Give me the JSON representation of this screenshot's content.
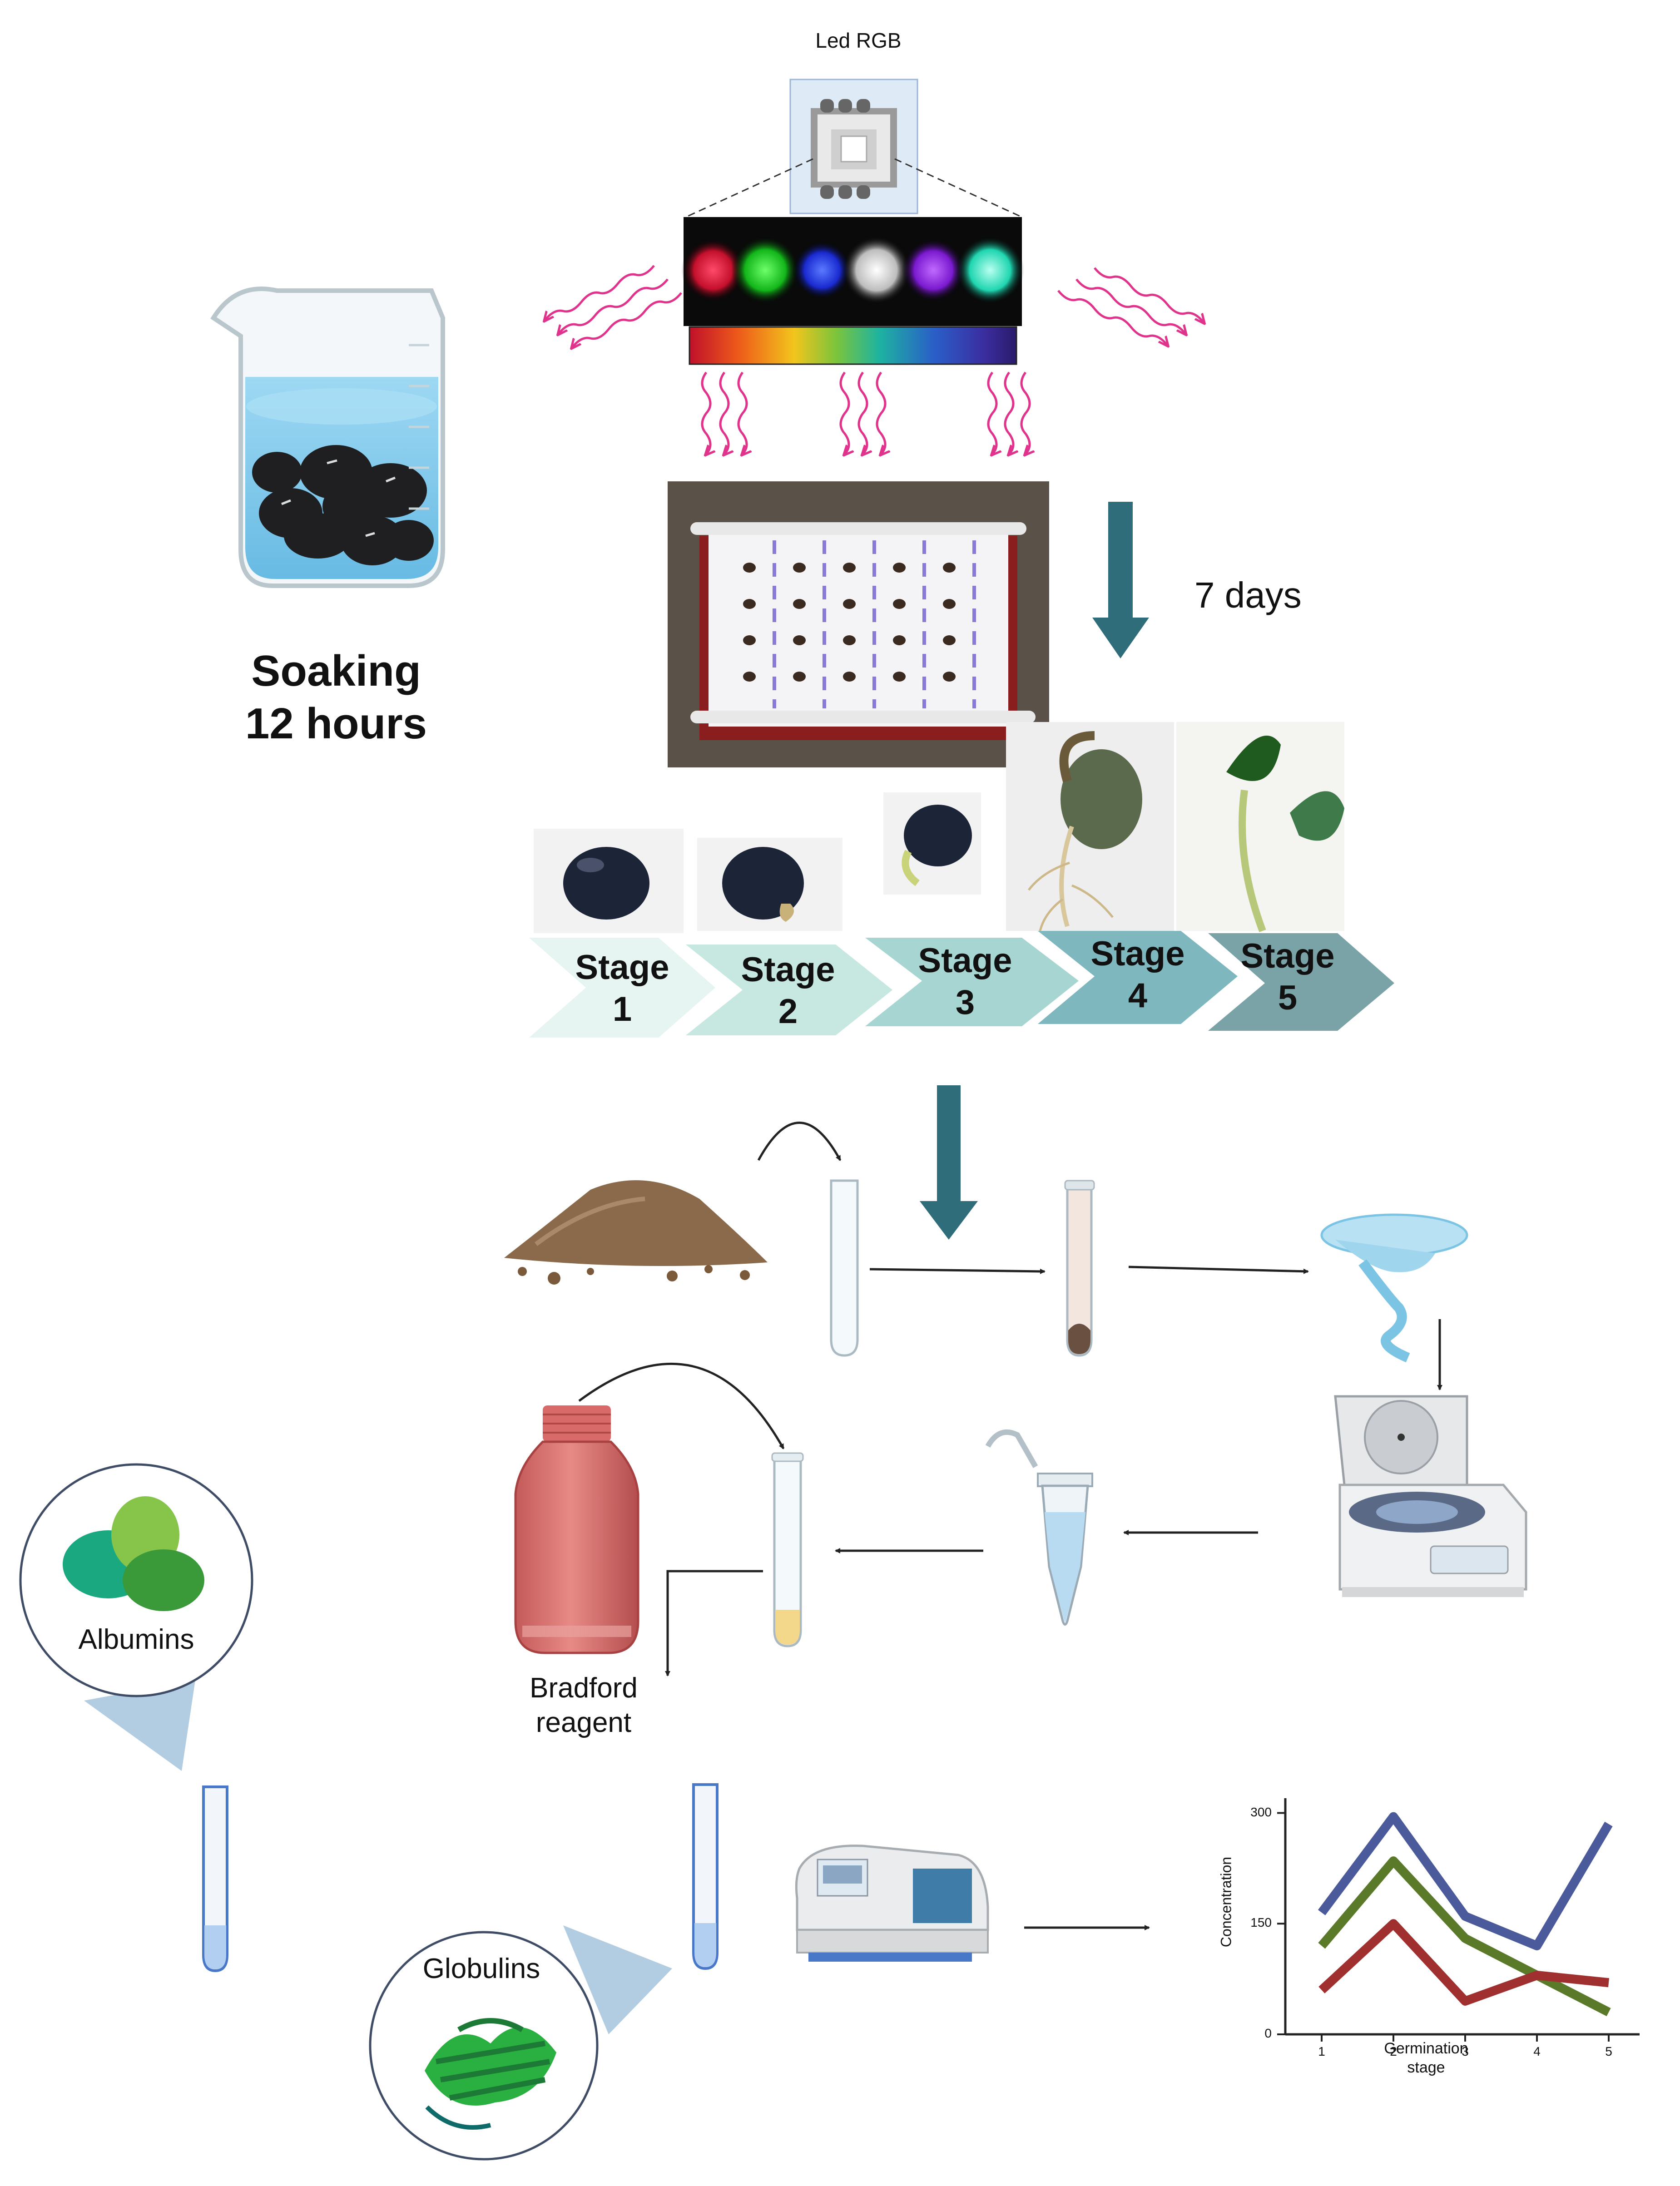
{
  "led": {
    "title": "Led RGB"
  },
  "soaking": {
    "text": "Soaking\n12 hours"
  },
  "duration": {
    "text": "7 days"
  },
  "stages": [
    {
      "label": "Stage",
      "number": "1"
    },
    {
      "label": "Stage",
      "number": "2"
    },
    {
      "label": "Stage",
      "number": "3"
    },
    {
      "label": "Stage",
      "number": "4"
    },
    {
      "label": "Stage",
      "number": "5"
    }
  ],
  "reagent": {
    "label": "Bradford\nreagent"
  },
  "proteins": {
    "albumins": "Albumins",
    "globulins": "Globulins"
  },
  "colors": {
    "arrow_teal": "#2f6d7a",
    "wave_pink": "#e0338c",
    "stage_fills": [
      "#e6f5f1",
      "#c6e8e0",
      "#a7d6d2",
      "#7fb7be",
      "#79a3a6"
    ]
  },
  "chart_data": {
    "type": "line",
    "xlabel": "Germination\nstage",
    "ylabel": "Concentration",
    "x": [
      1,
      2,
      3,
      4,
      5
    ],
    "x_ticks": [
      "1",
      "2",
      "3",
      "4",
      "5"
    ],
    "y_ticks": [
      "0",
      "150",
      "300"
    ],
    "ylim": [
      0,
      320
    ],
    "series": [
      {
        "color": "#4a5a9a",
        "values": [
          165,
          295,
          160,
          120,
          285
        ]
      },
      {
        "color": "#5a7a2a",
        "values": [
          120,
          235,
          130,
          80,
          30
        ]
      },
      {
        "color": "#a03030",
        "values": [
          60,
          150,
          45,
          80,
          70
        ]
      }
    ]
  }
}
